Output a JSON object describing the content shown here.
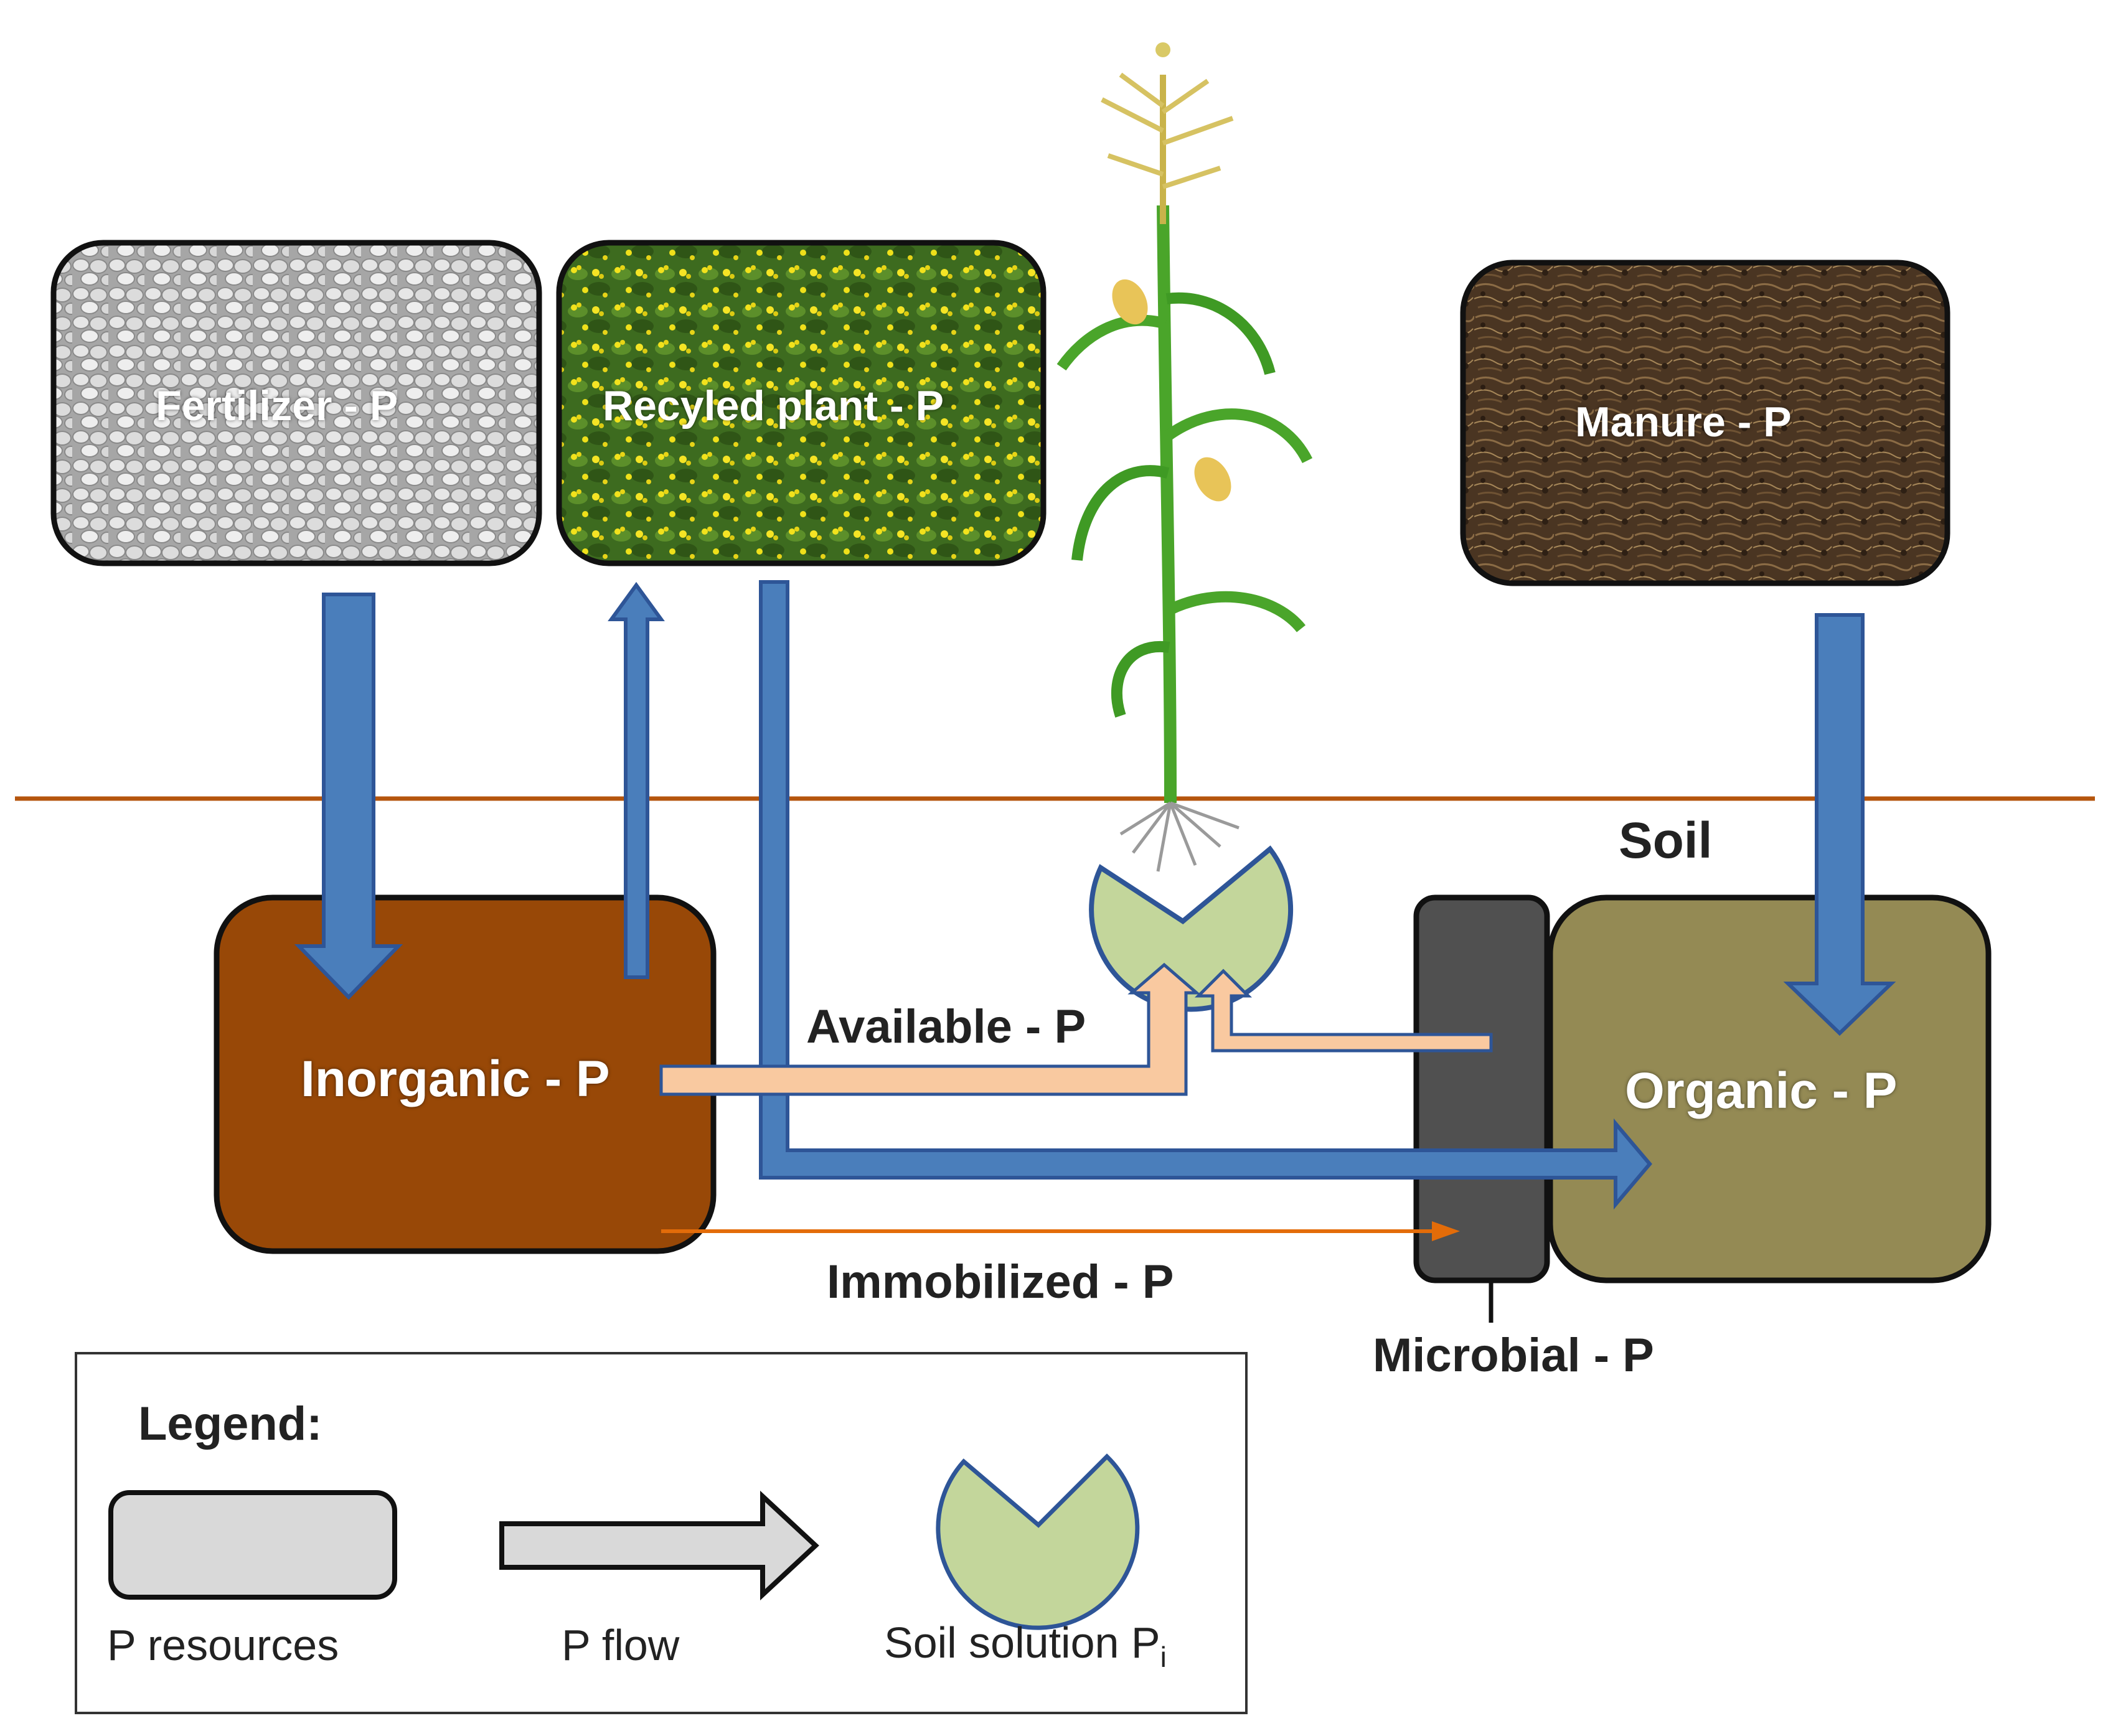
{
  "resources": {
    "fertilizer": "Fertilizer - P",
    "recycled_plant": "Recyled plant - P",
    "manure": "Manure - P"
  },
  "pools": {
    "inorganic": "Inorganic - P",
    "organic": "Organic - P",
    "microbial": "Microbial - P"
  },
  "flows": {
    "available": "Available - P",
    "immobilized": "Immobilized - P"
  },
  "soil_label": "Soil",
  "legend": {
    "title": "Legend:",
    "resources": "P resources",
    "flow": "P flow",
    "solution": "Soil solution P",
    "solution_subscript": "i"
  },
  "colors": {
    "flow_arrow": "#4a7ebb",
    "available_arrow": "#f9c9a0",
    "immobilized_arrow": "#e36c09",
    "inorganic_box": "#984807",
    "organic_box": "#948a54",
    "microbial_box": "#505050",
    "soil_line": "#b5550d",
    "soil_solution": "#c3d69b"
  }
}
